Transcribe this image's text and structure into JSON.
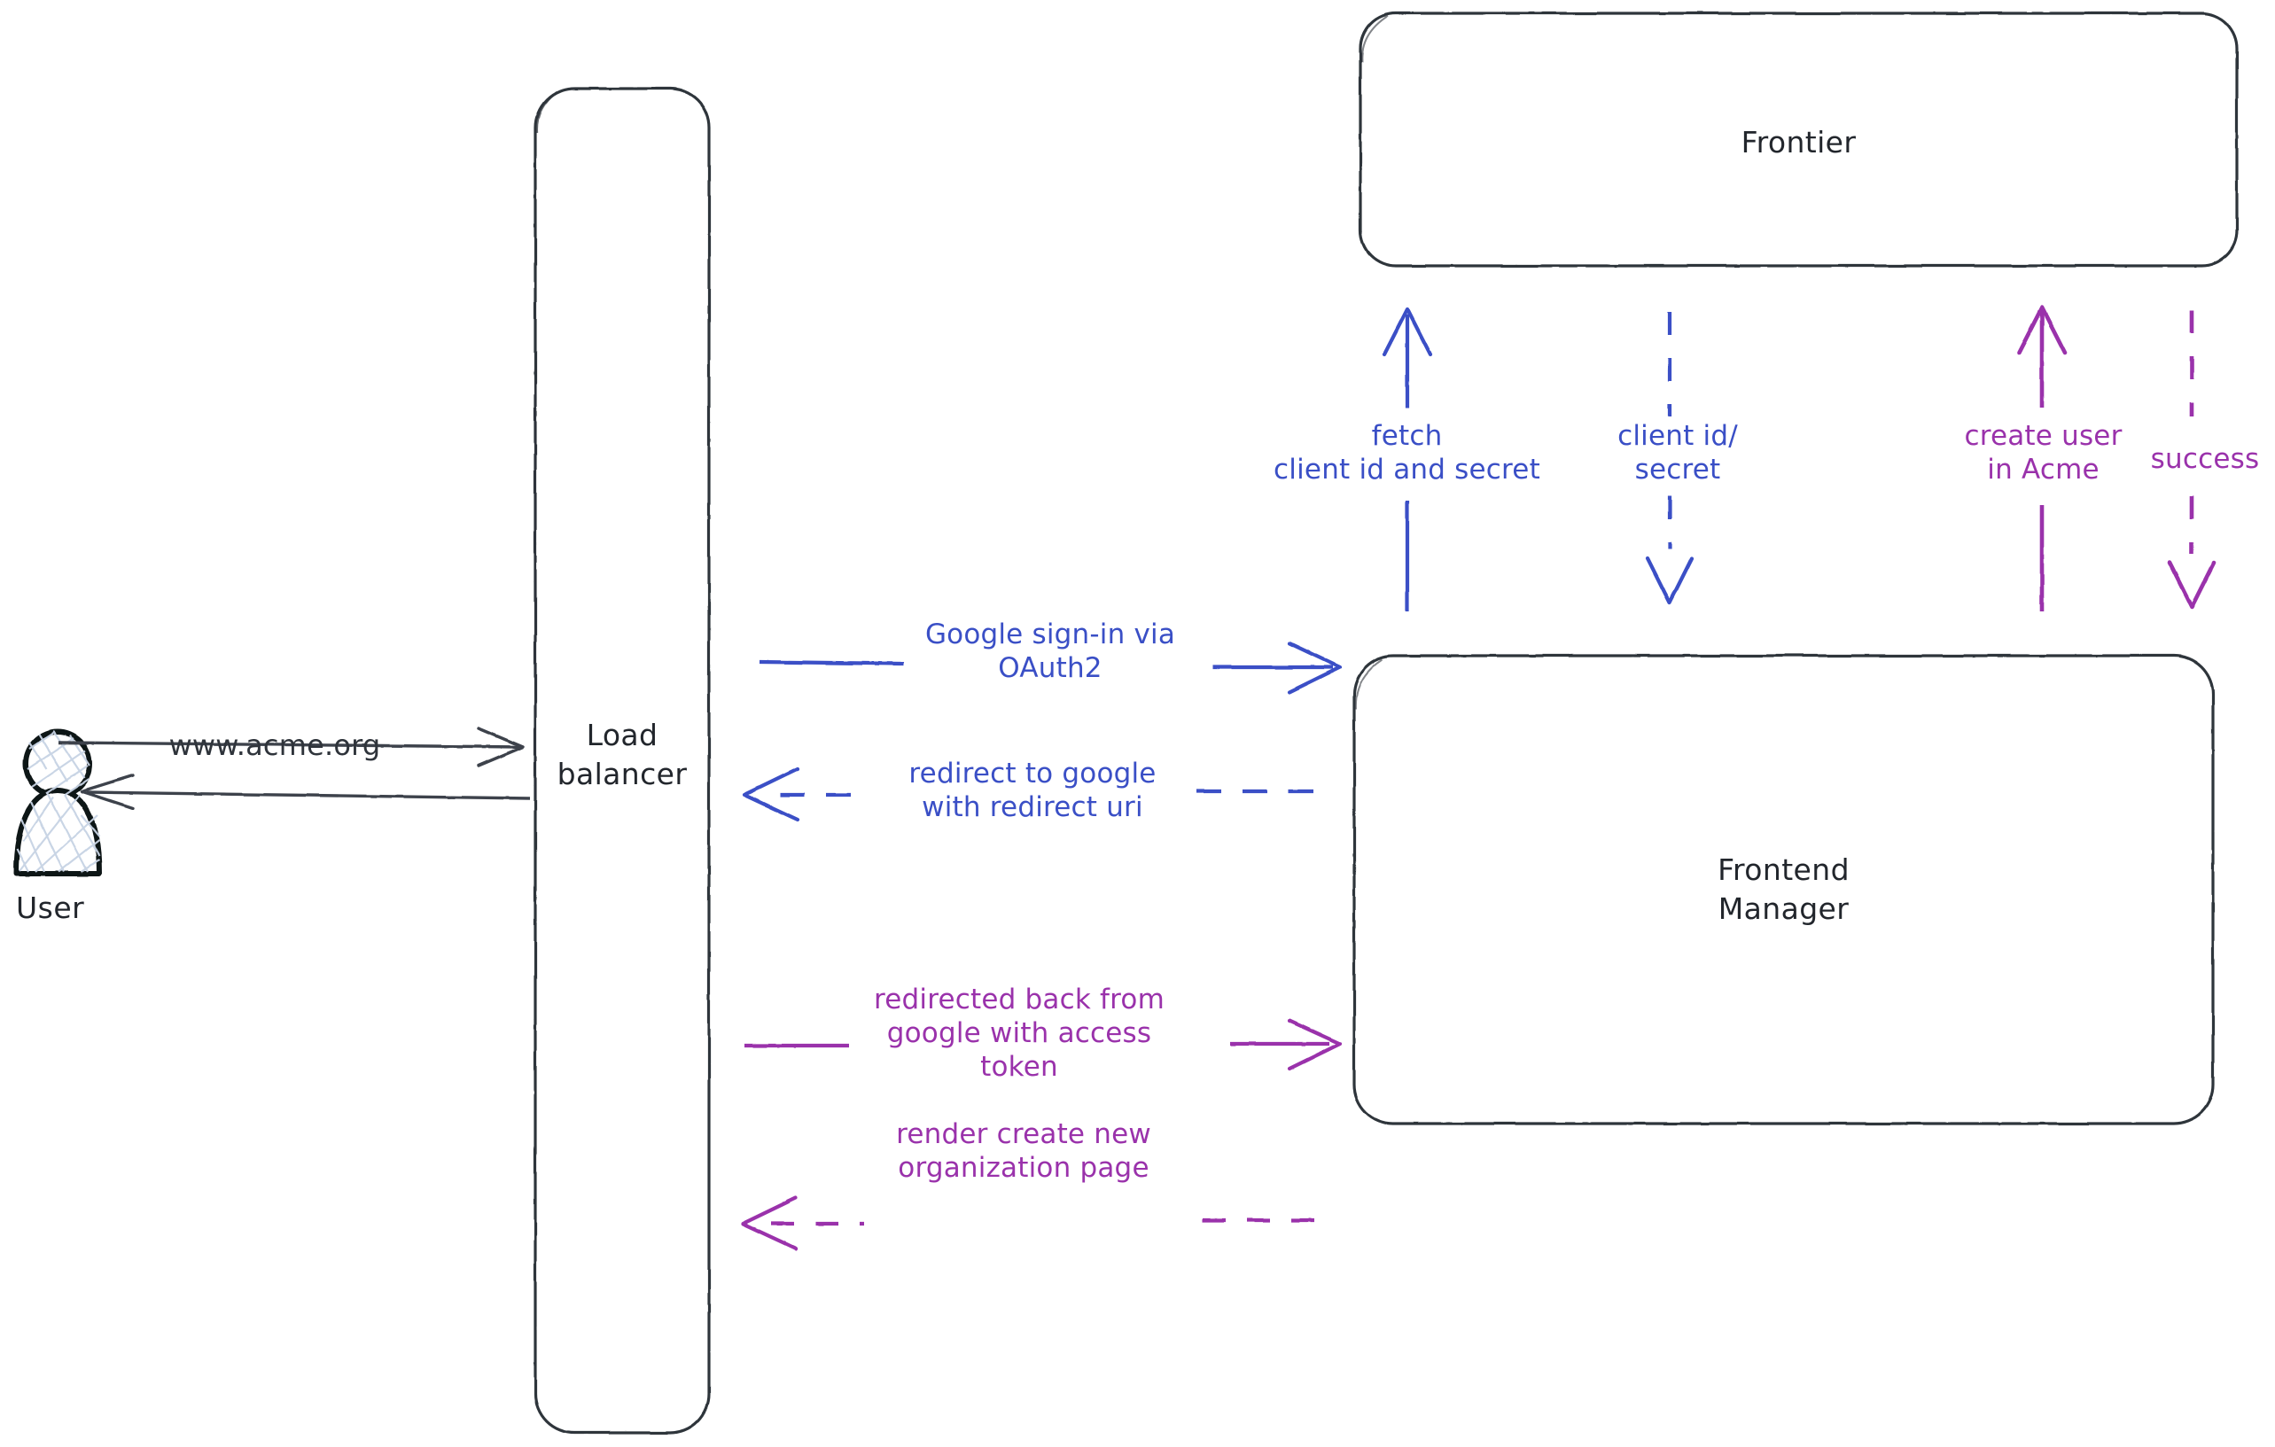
{
  "diagram": {
    "title": "Google OAuth2 sign-in sequence",
    "background": "#ffffff",
    "colors": {
      "stroke_dark": "#2f343b",
      "blue": "#3a4fc6",
      "purple": "#9a32ab",
      "node_fill": "#ffffff"
    }
  },
  "actors": {
    "user": {
      "label": "User",
      "icon": "person-icon"
    }
  },
  "nodes": [
    {
      "id": "load-balancer",
      "label": "Load\nbalancer",
      "shape": "rounded-rect"
    },
    {
      "id": "frontier",
      "label": "Frontier",
      "shape": "rounded-rect"
    },
    {
      "id": "frontend-manager",
      "label": "Frontend\nManager",
      "shape": "rounded-rect"
    }
  ],
  "edges": [
    {
      "id": "user-to-lb",
      "label": "www.acme.org",
      "color": "#2f343b",
      "style": "solid",
      "direction": "right",
      "from": "user",
      "to": "load-balancer"
    },
    {
      "id": "lb-to-user",
      "label": "",
      "color": "#2f343b",
      "style": "solid",
      "direction": "left",
      "from": "load-balancer",
      "to": "user"
    },
    {
      "id": "lb-to-fm-signin",
      "label": "Google sign-in via\nOAuth2",
      "color": "#3a4fc6",
      "style": "solid",
      "direction": "right",
      "from": "load-balancer",
      "to": "frontend-manager"
    },
    {
      "id": "fm-to-lb-redirect",
      "label": "redirect to google\nwith redirect uri",
      "color": "#3a4fc6",
      "style": "dashed",
      "direction": "left",
      "from": "frontend-manager",
      "to": "load-balancer"
    },
    {
      "id": "lb-to-fm-callback",
      "label": "redirected back from\ngoogle with access\ntoken",
      "color": "#9a32ab",
      "style": "solid",
      "direction": "right",
      "from": "load-balancer",
      "to": "frontend-manager"
    },
    {
      "id": "fm-to-lb-render",
      "label": "render create new\norganization page",
      "color": "#9a32ab",
      "style": "dashed",
      "direction": "left",
      "from": "frontend-manager",
      "to": "load-balancer"
    },
    {
      "id": "fm-to-frontier-fetch",
      "label": "fetch\nclient id and secret",
      "color": "#3a4fc6",
      "style": "solid",
      "direction": "up",
      "from": "frontend-manager",
      "to": "frontier"
    },
    {
      "id": "frontier-to-fm-creds",
      "label": "client id/\nsecret",
      "color": "#3a4fc6",
      "style": "dashed",
      "direction": "down",
      "from": "frontier",
      "to": "frontend-manager"
    },
    {
      "id": "fm-to-frontier-create-user",
      "label": "create user\nin Acme",
      "color": "#9a32ab",
      "style": "solid",
      "direction": "up",
      "from": "frontend-manager",
      "to": "frontier"
    },
    {
      "id": "frontier-to-fm-success",
      "label": "success",
      "color": "#9a32ab",
      "style": "dashed",
      "direction": "down",
      "from": "frontier",
      "to": "frontend-manager"
    }
  ]
}
